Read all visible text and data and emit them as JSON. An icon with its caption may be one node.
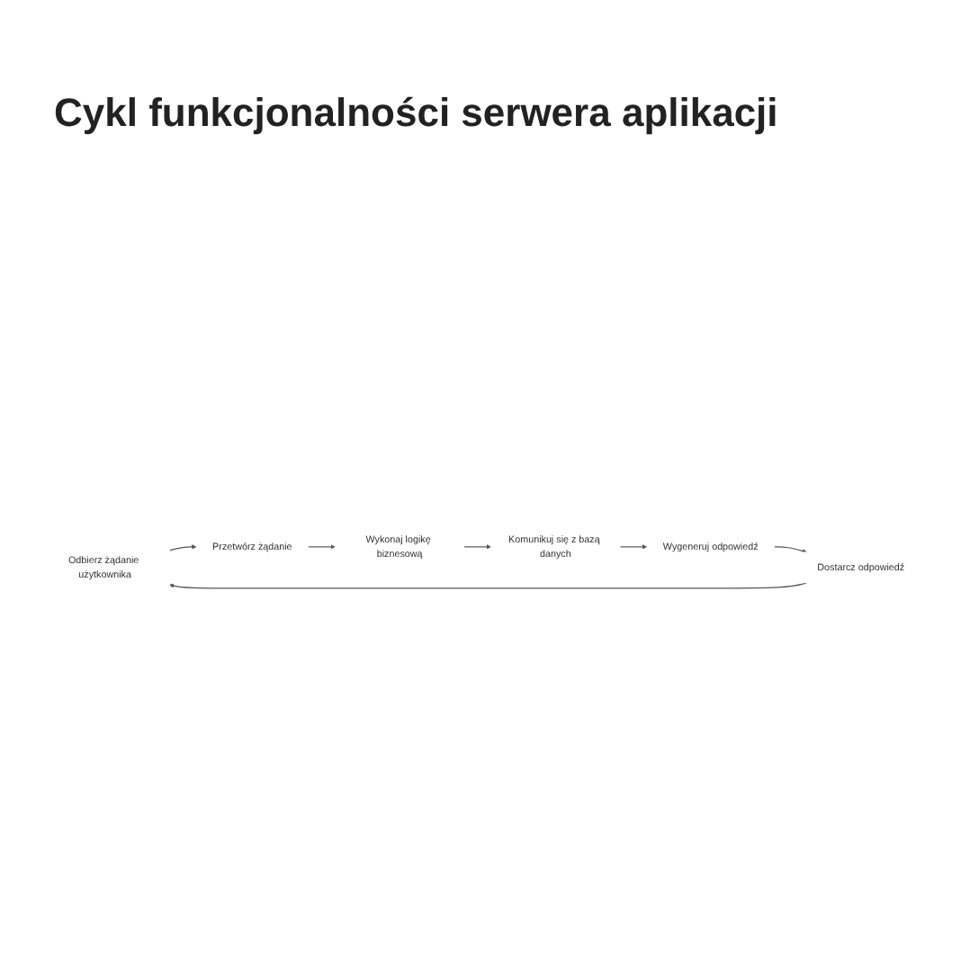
{
  "diagram": {
    "title": "Cykl funkcjonalności serwera aplikacji",
    "nodes": [
      {
        "text": [
          "Odbierz żądanie użytkownika"
        ]
      },
      {
        "text": [
          "Przetwórz żądanie"
        ]
      },
      {
        "text": [
          "Wykonaj logikę biznesową"
        ]
      },
      {
        "text": [
          "Komunikuj się z bazą danych"
        ]
      },
      {
        "text": [
          "Wygeneruj odpowiedź"
        ]
      },
      {
        "text": [
          "Dostarcz odpowiedź"
        ]
      }
    ],
    "edges": [
      {
        "from": 0,
        "to": 1,
        "arrow": "to"
      },
      {
        "from": 1,
        "to": 2,
        "arrow": "to"
      },
      {
        "from": 2,
        "to": 3,
        "arrow": "to"
      },
      {
        "from": 3,
        "to": 4,
        "arrow": "to"
      },
      {
        "from": 4,
        "to": 5,
        "arrow": "to"
      },
      {
        "from": 5,
        "to": 0,
        "arrow": "to"
      }
    ]
  }
}
